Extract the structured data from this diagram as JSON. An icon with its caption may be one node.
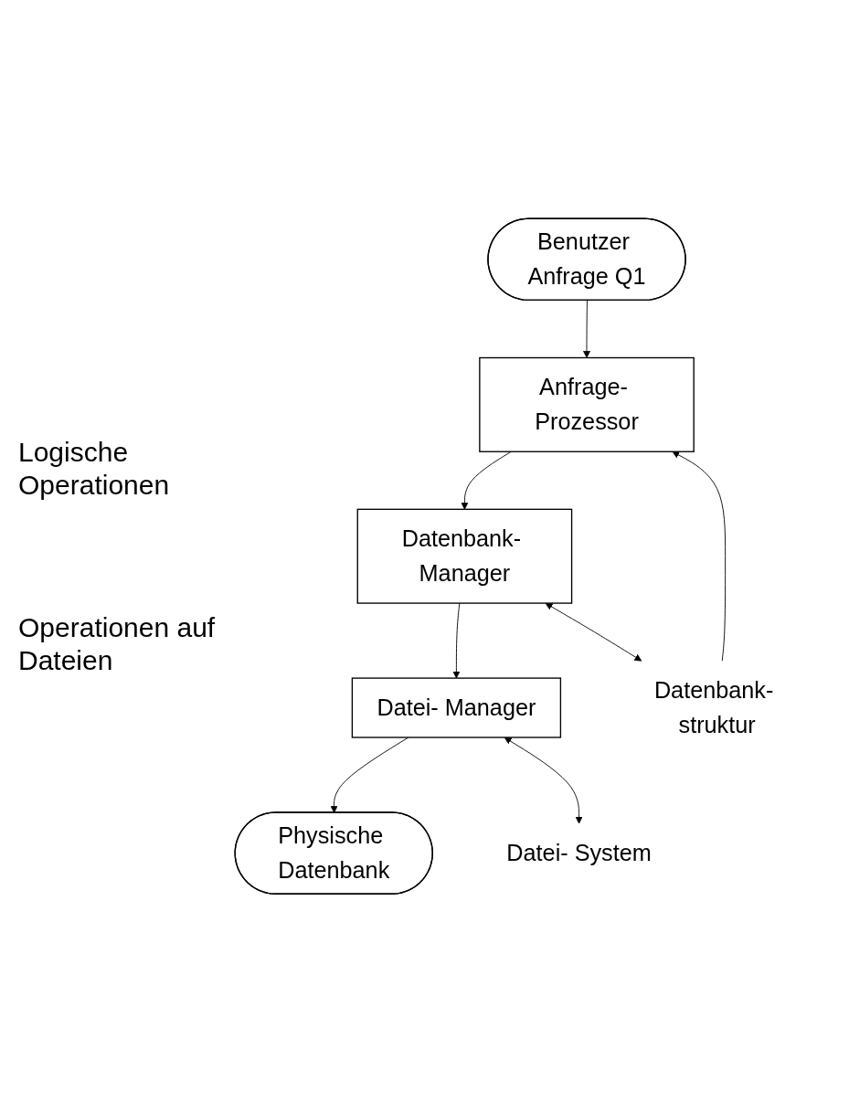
{
  "diagram": {
    "nodes": [
      {
        "text": [
          "Benutzer Anfrage Q1"
        ]
      },
      {
        "text": [
          "Anfrage- Prozessor"
        ]
      },
      {
        "text": [
          "Datenbank- Manager"
        ]
      },
      {
        "text": [
          "Datei- Manager"
        ]
      },
      {
        "text": [
          "Physische Datenbank"
        ]
      },
      {
        "text": [
          "Datenbank- struktur"
        ]
      },
      {
        "text": [
          "Datei- System"
        ]
      }
    ],
    "edges": [
      {
        "from": 0,
        "to": 1,
        "arrow": "to"
      },
      {
        "from": 1,
        "to": 2,
        "arrow": "to"
      },
      {
        "from": 2,
        "to": 3,
        "arrow": "to"
      },
      {
        "from": 3,
        "to": 4,
        "arrow": "to"
      },
      {
        "from": 5,
        "to": 1,
        "arrow": "to"
      },
      {
        "from": 2,
        "to": 5,
        "arrow": "both"
      },
      {
        "from": 3,
        "to": 6,
        "arrow": "both"
      }
    ],
    "labels": [
      "Logische Operationen",
      "Operationen auf Dateien"
    ]
  }
}
